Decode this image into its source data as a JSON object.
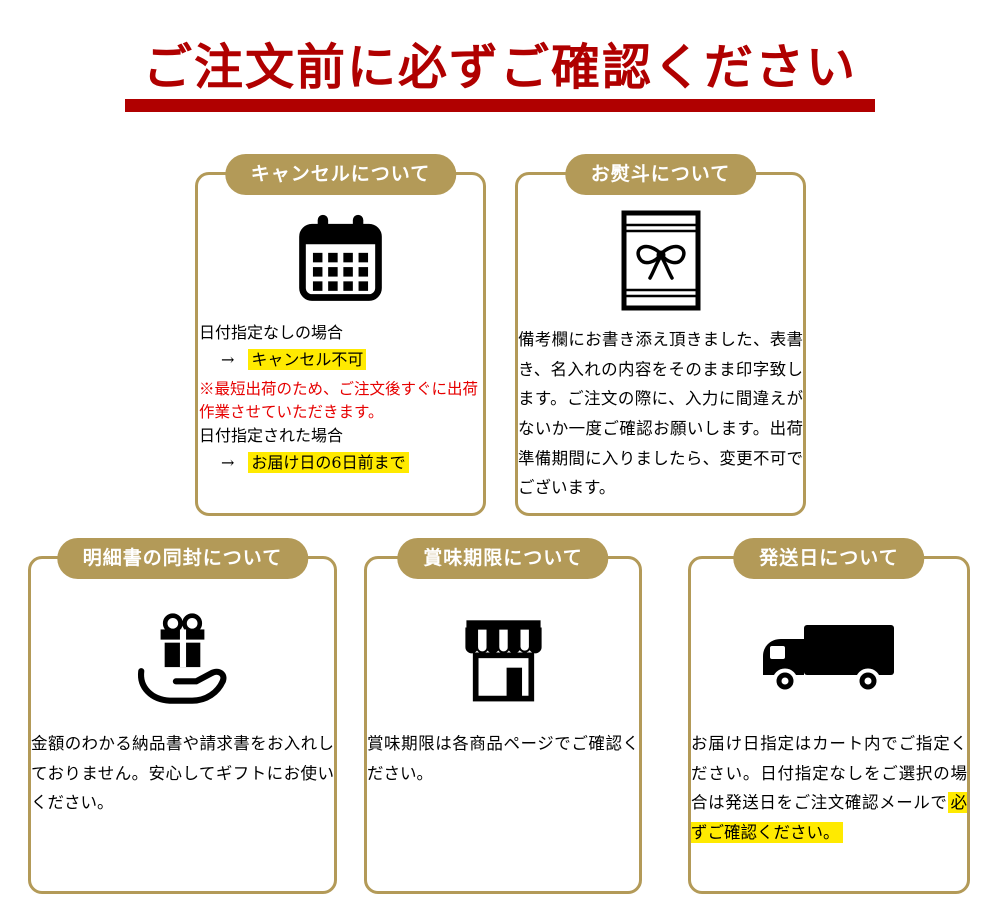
{
  "colors": {
    "accent_red": "#b00000",
    "gold": "#b39a58",
    "highlight_yellow": "#ffea00",
    "warning_red": "#e60000"
  },
  "header": {
    "title": "ご注文前に必ずご確認ください"
  },
  "cards": {
    "cancel": {
      "title": "キャンセルについて",
      "icon": "calendar-icon",
      "case1_label": "日付指定なしの場合",
      "arrow": "→",
      "case1_result": "キャンセル不可",
      "warning": "※最短出荷のため、ご注文後すぐに出荷作業させていただきます。",
      "case2_label": "日付指定された場合",
      "case2_result": "お届け日の6日前まで"
    },
    "noshi": {
      "title": "お熨斗について",
      "icon": "noshi-gift-wrap-icon",
      "body": "備考欄にお書き添え頂きました、表書き、名入れの内容をそのまま印字致します。ご注文の際に、入力に間違えがないか一度ご確認お願いします。出荷準備期間に入りましたら、変更不可でございます。"
    },
    "statement": {
      "title": "明細書の同封について",
      "icon": "hand-gift-icon",
      "body": "金額のわかる納品書や請求書をお入れしておりません。安心してギフトにお使いください。"
    },
    "expiry": {
      "title": "賞味期限について",
      "icon": "storefront-icon",
      "body": "賞味期限は各商品ページでご確認ください。"
    },
    "shipping": {
      "title": "発送日について",
      "icon": "delivery-truck-icon",
      "body": "お届け日指定はカート内でご指定ください。日付指定なしをご選択の場合は発送日をご注文確認メールで",
      "body_highlight": "必ずご確認ください。"
    }
  }
}
